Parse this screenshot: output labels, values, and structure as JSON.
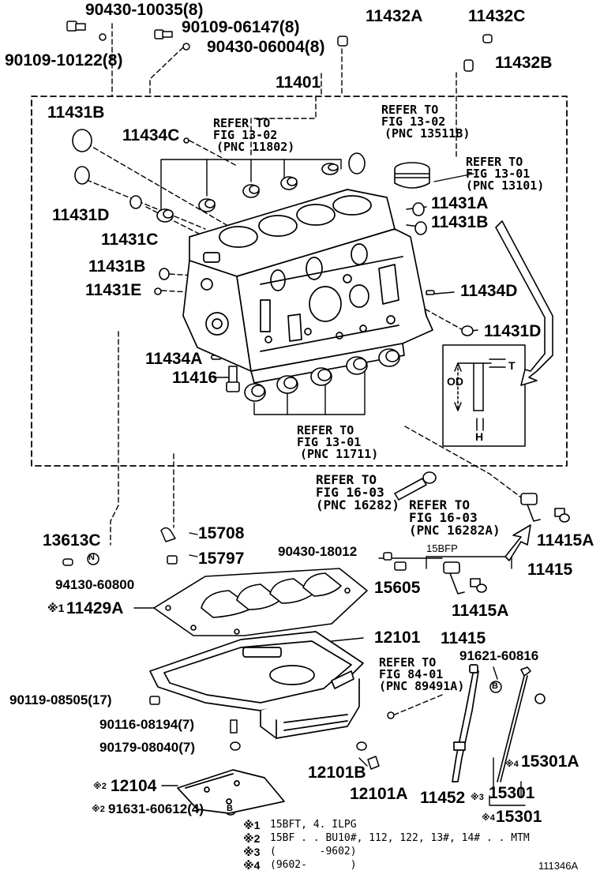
{
  "diagram_id": "111346A",
  "labels": {
    "p90430_10035": "90430-10035(8)",
    "p90109_10122": "90109-10122(8)",
    "p90109_06147": "90109-06147(8)",
    "p90430_06004": "90430-06004(8)",
    "p11432A": "11432A",
    "p11432C": "11432C",
    "p11432B": "11432B",
    "p11401": "11401",
    "p11431B_a": "11431B",
    "p11434C": "11434C",
    "p11431D_a": "11431D",
    "p11431C": "11431C",
    "p11431B_b": "11431B",
    "p11431E": "11431E",
    "p11431A": "11431A",
    "p11431B_c": "11431B",
    "p11434D": "11434D",
    "p11431D_b": "11431D",
    "p11434A": "11434A",
    "p11416": "11416",
    "p15708": "15708",
    "p15797": "15797",
    "p13613C": "13613C",
    "p94130_60800": "94130-60800",
    "p11429A": "11429A",
    "p90430_18012": "90430-18012",
    "p15605": "15605",
    "p11415A_a": "11415A",
    "p11415_a": "11415",
    "p11415A_b": "11415A",
    "p11415_b": "11415",
    "p12101": "12101",
    "p91621_60816": "91621-60816",
    "p90119_08505": "90119-08505(17)",
    "p90116_08194": "90116-08194(7)",
    "p90179_08040": "90179-08040(7)",
    "p12101B": "12101B",
    "p12101A": "12101A",
    "p12104": "12104",
    "p91631_60612": "91631-60612(4)",
    "p11452": "11452",
    "p15301": "15301",
    "p15301A": "15301A",
    "p15301_b": "15301",
    "bfp": "15BFP"
  },
  "refs": {
    "r1": [
      "REFER TO",
      "FIG 13-02",
      "(PNC 11802)"
    ],
    "r2": [
      "REFER TO",
      "FIG 13-02",
      "(PNC 13511B)"
    ],
    "r3": [
      "REFER TO",
      "FIG 13-01",
      "(PNC 13101)"
    ],
    "r4": [
      "REFER TO",
      "FIG 13-01",
      "(PNC 11711)"
    ],
    "r5": [
      "REFER TO",
      "FIG 16-03",
      "(PNC 16282)"
    ],
    "r6": [
      "REFER TO",
      "FIG 16-03",
      "(PNC 16282A)"
    ],
    "r7": [
      "REFER TO",
      "FIG 84-01",
      "(PNC 89491A)"
    ]
  },
  "inset": {
    "od": "OD",
    "t": "T",
    "h": "H"
  },
  "marks": {
    "m1": "※1",
    "m2": "※2",
    "m3": "※3",
    "m4": "※4",
    "n1": "※1",
    "n2": "※2",
    "n3": "※3",
    "n4": "※4",
    "n4b": "※4",
    "n2b": "※2"
  },
  "circle_letters": {
    "c1": "N",
    "c2": "B",
    "c3": "B"
  },
  "notes": [
    {
      "mark": "※1",
      "text": "15BFT, 4. ILPG"
    },
    {
      "mark": "※2",
      "text": "15BF . . BU10#, 112, 122, 13#, 14# . . MTM"
    },
    {
      "mark": "※3",
      "text": "(       -9602)"
    },
    {
      "mark": "※4",
      "text": "(9602-       )"
    }
  ]
}
